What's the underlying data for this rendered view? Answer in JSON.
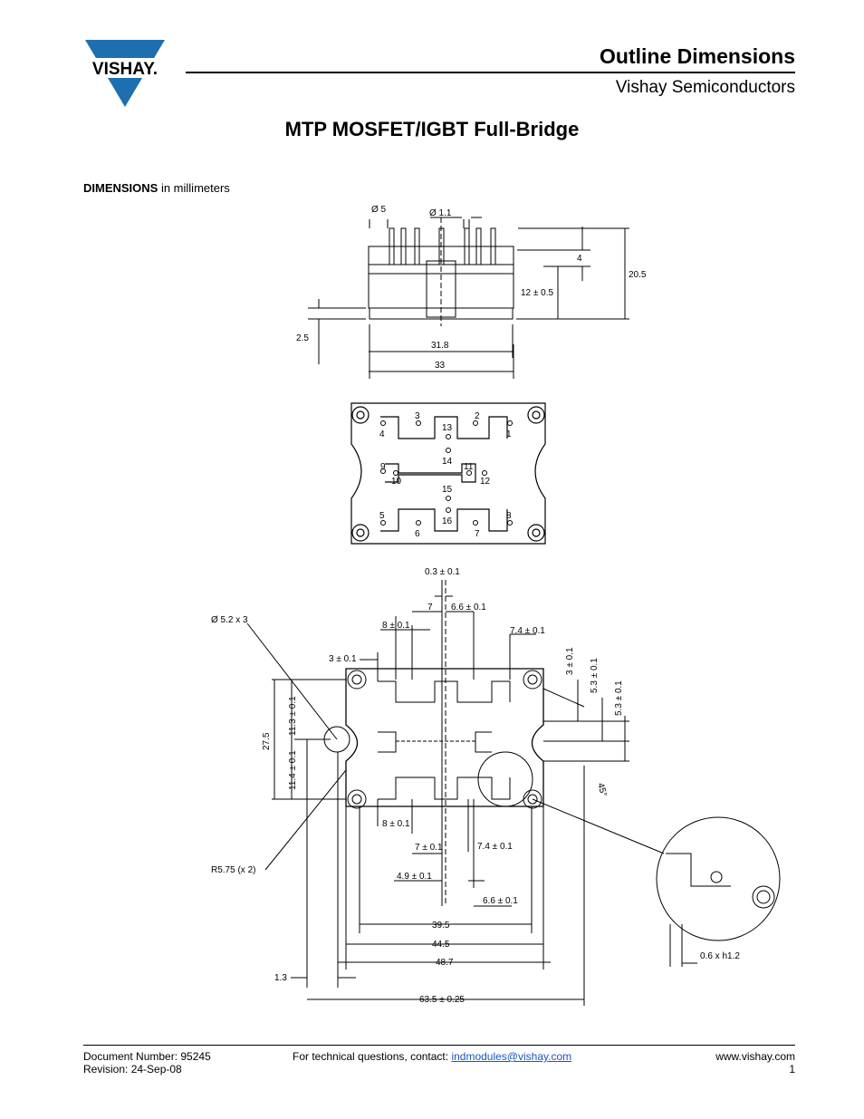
{
  "header": {
    "logo_text": "VISHAY.",
    "title": "Outline Dimensions",
    "subtitle": "Vishay Semiconductors"
  },
  "document_title": "MTP MOSFET/IGBT Full-Bridge",
  "dimensions_label": {
    "bold": "DIMENSIONS",
    "rest": " in millimeters"
  },
  "side_view": {
    "dia5": "Ø 5",
    "dia11": "Ø 1.1",
    "d4": "4",
    "d205": "20.5",
    "d12": "12 ± 0.5",
    "d25": "2.5",
    "d318": "31.8",
    "d33": "33"
  },
  "pin_view": {
    "pins": [
      "1",
      "2",
      "3",
      "4",
      "5",
      "6",
      "7",
      "8",
      "9",
      "10",
      "11",
      "12",
      "13",
      "14",
      "15",
      "16"
    ]
  },
  "bottom_view": {
    "d03": "0.3 ± 0.1",
    "d7": "7",
    "d66a": "6.6 ± 0.1",
    "d8a": "8 ± 0.1",
    "d74a": "7.4 ± 0.1",
    "d3a": "3 ± 0.1",
    "dia52": "Ø 5.2 x 3",
    "d3v": "3 ± 0.1",
    "d53a": "5.3 ± 0.1",
    "d53b": "5.3 ± 0.1",
    "d275": "27.5",
    "d113": "11.3 ± 0.1",
    "d114": "11.4 ± 0.1",
    "d45": "45°",
    "d8b": "8 ± 0.1",
    "d7b": "7 ± 0.1",
    "d74b": "7.4 ± 0.1",
    "r575": "R5.75 (x 2)",
    "d49": "4.9 ± 0.1",
    "d66b": "6.6 ± 0.1",
    "d395": "39.5",
    "d445": "44.5",
    "d487": "48.7",
    "d13": "1.3",
    "d635": "63.5 ± 0.25",
    "d06": "0.6 x h1.2"
  },
  "footer": {
    "doc_number": "Document Number: 95245",
    "revision": "Revision: 24-Sep-08",
    "contact_prefix": "For technical questions, contact: ",
    "contact_email": "indmodules@vishay.com",
    "website": "www.vishay.com",
    "page": "1"
  }
}
